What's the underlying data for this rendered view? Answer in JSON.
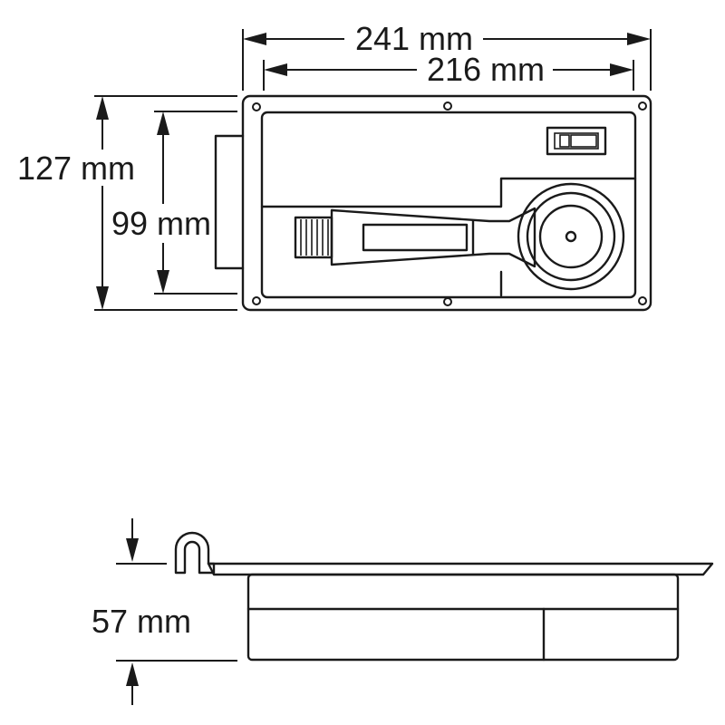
{
  "dimensions": {
    "outer_width": "241 mm",
    "inner_width": "216 mm",
    "outer_height": "127 mm",
    "inner_height": "99 mm",
    "depth": "57 mm"
  },
  "colors": {
    "line": "#1a1a1a",
    "background": "#ffffff"
  }
}
